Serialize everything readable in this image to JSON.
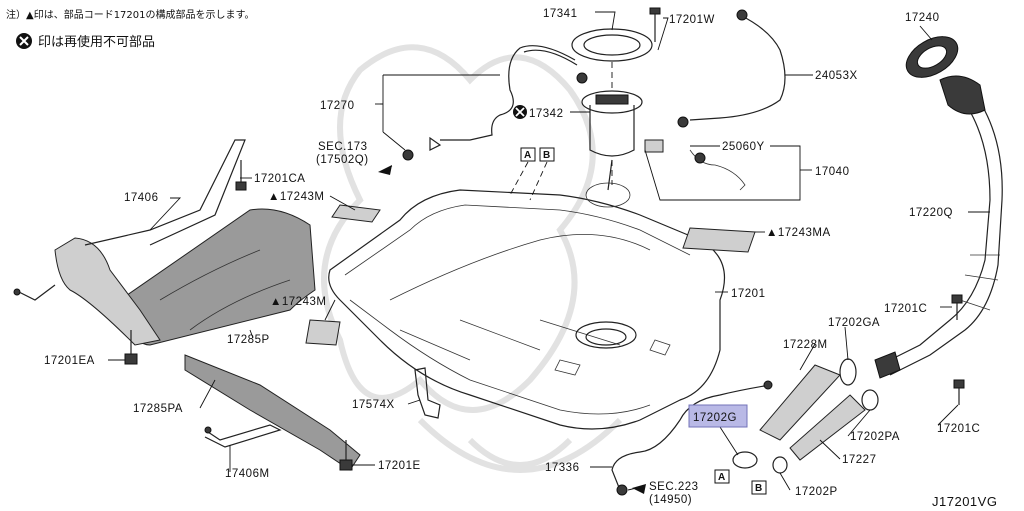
{
  "notes": {
    "note1": "注）▲印は、部品コード17201の構成部品を示します。",
    "note2": "印は再使用不可部品"
  },
  "drawing_id": "J17201VG",
  "labels": {
    "p17341": "17341",
    "p17201W": "17201W",
    "p17240": "17240",
    "p24053X": "24053X",
    "p17270": "17270",
    "p17342": "17342",
    "sec173a": "SEC.173",
    "sec173b": "(17502Q)",
    "p25060Y": "25060Y",
    "p17040": "17040",
    "p17201CA": "17201CA",
    "p17406": "17406",
    "p17243M_top": "▲17243M",
    "p17220Q": "17220Q",
    "p17243MA": "▲17243MA",
    "p17201": "17201",
    "p17201C_a": "17201C",
    "p17243M_mid": "▲17243M",
    "p17285P": "17285P",
    "p17202GA": "17202GA",
    "p17228M": "17228M",
    "p17201EA": "17201EA",
    "p17574X": "17574X",
    "p17285PA": "17285PA",
    "p17202G": "17202G",
    "p17202PA": "17202PA",
    "p17201C_b": "17201C",
    "p17227": "17227",
    "p17406M": "17406M",
    "p17201E": "17201E",
    "p17336": "17336",
    "sec223a": "SEC.223",
    "sec223b": "(14950)",
    "p17202P": "17202P"
  },
  "ref_boxes": {
    "A": "A",
    "B": "B"
  },
  "colors": {
    "line": "#111111",
    "part_fill": "#cfcfcf",
    "highlight": "#b9b9e6"
  },
  "icons": {
    "non_reusable": "circle-x-icon"
  }
}
